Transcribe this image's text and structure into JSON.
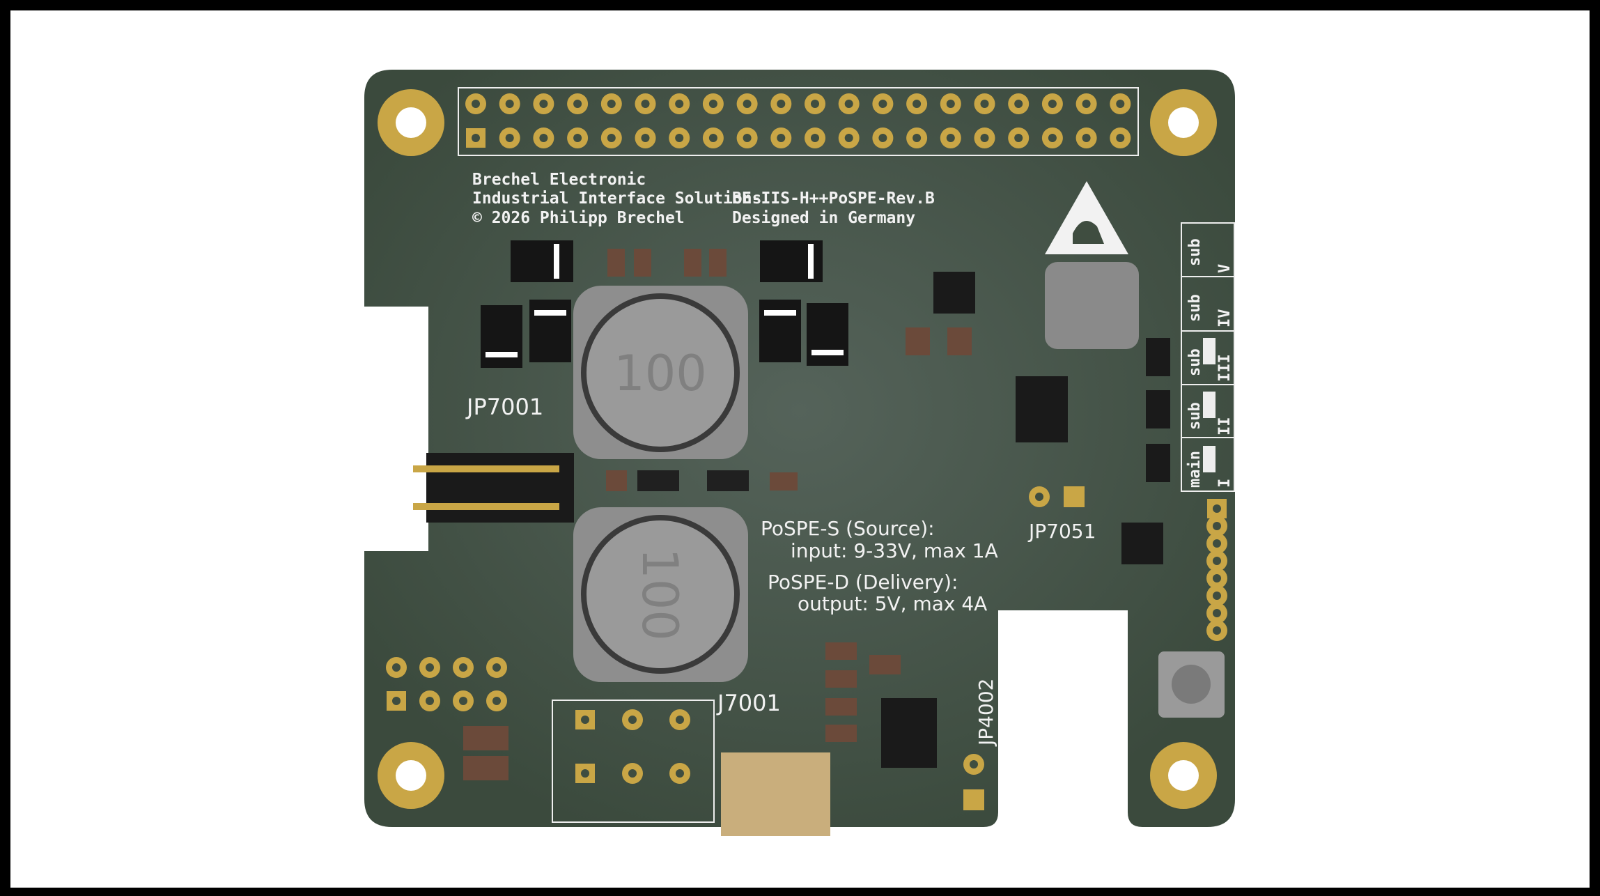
{
  "colors": {
    "board": "#3f4d40",
    "pad_gold": "#c9a646",
    "silkscreen": "#f2f2f2",
    "background": "#ffffff",
    "frame": "#000000"
  },
  "silkscreen": {
    "company": "Brechel Electronic",
    "tagline": "Industrial Interface Solutions",
    "copyright": "© 2026 Philipp Brechel",
    "part_number": "BE-IIS-H++PoSPE-Rev.B",
    "origin": "Designed in Germany",
    "source_title": "PoSPE-S (Source):",
    "source_spec": "input: 9-33V, max 1A",
    "delivery_title": "PoSPE-D (Delivery):",
    "delivery_spec": "output: 5V, max 4A"
  },
  "designators": {
    "jp7001": "JP7001",
    "j7001": "J7001",
    "jp7051": "JP7051",
    "jp4002": "JP4002"
  },
  "inductor_marking": "100",
  "led_labels": [
    {
      "name": "sub",
      "roman": "V"
    },
    {
      "name": "sub",
      "roman": "IV"
    },
    {
      "name": "sub",
      "roman": "III"
    },
    {
      "name": "sub",
      "roman": "II"
    },
    {
      "name": "main",
      "roman": "I"
    }
  ],
  "icons": [
    "esd-warning-icon",
    "mounting-hole",
    "tactile-button"
  ]
}
